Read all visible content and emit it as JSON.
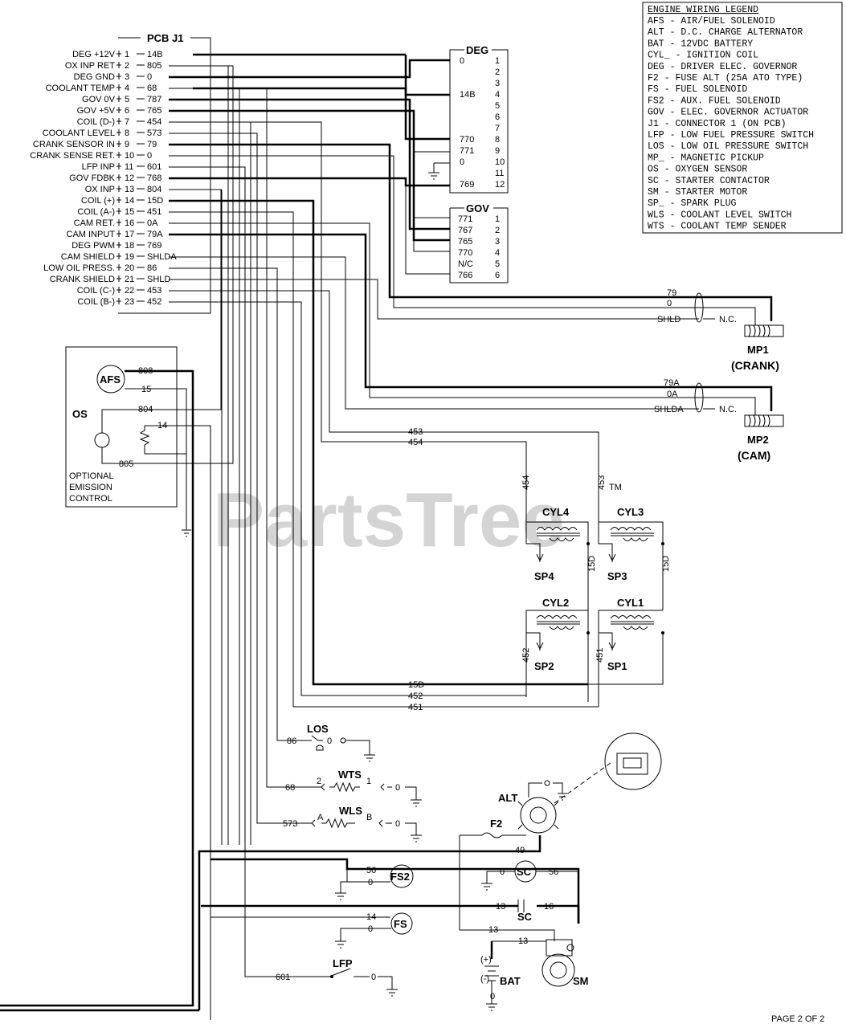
{
  "legend": {
    "title": "ENGINE WIRING LEGEND",
    "items": [
      "AFS  -  AIR/FUEL SOLENOID",
      "ALT  -  D.C. CHARGE ALTERNATOR",
      "BAT  -  12VDC BATTERY",
      "CYL_  -  IGNITION COIL",
      "DEG  -  DRIVER ELEC. GOVERNOR",
      "F2   -  FUSE ALT (25A ATO TYPE)",
      "FS   -  FUEL SOLENOID",
      "FS2  -  AUX. FUEL SOLENOID",
      "GOV  -  ELEC. GOVERNOR ACTUATOR",
      "J1   -  CONNECTOR 1 (ON PCB)",
      "LFP  -  LOW FUEL PRESSURE SWITCH",
      "LOS  -  LOW OIL PRESSURE SWITCH",
      "MP_  -  MAGNETIC PICKUP",
      "OS   -  OXYGEN SENSOR",
      "SC   -  STARTER CONTACTOR",
      "SM   -  STARTER MOTOR",
      "SP_  -  SPARK PLUG",
      "WLS  -  COOLANT LEVEL SWITCH",
      "WTS  -  COOLANT TEMP SENDER"
    ]
  },
  "pcb": {
    "title": "PCB J1",
    "pins": [
      {
        "label": "DEG +12V",
        "pin": "1",
        "wire": "14B"
      },
      {
        "label": "OX INP RET",
        "pin": "2",
        "wire": "805"
      },
      {
        "label": "DEG GND",
        "pin": "3",
        "wire": "0"
      },
      {
        "label": "COOLANT TEMP",
        "pin": "4",
        "wire": "68"
      },
      {
        "label": "GOV 0V",
        "pin": "5",
        "wire": "787"
      },
      {
        "label": "GOV +5V",
        "pin": "6",
        "wire": "765"
      },
      {
        "label": "COIL (D-)",
        "pin": "7",
        "wire": "454"
      },
      {
        "label": "COOLANT LEVEL",
        "pin": "8",
        "wire": "573"
      },
      {
        "label": "CRANK SENSOR IN",
        "pin": "9",
        "wire": "79"
      },
      {
        "label": "CRANK SENSE RET.",
        "pin": "10",
        "wire": "0"
      },
      {
        "label": "LFP INP",
        "pin": "11",
        "wire": "601"
      },
      {
        "label": "GOV FDBK",
        "pin": "12",
        "wire": "768"
      },
      {
        "label": "OX INP",
        "pin": "13",
        "wire": "804"
      },
      {
        "label": "COIL (+)",
        "pin": "14",
        "wire": "15D"
      },
      {
        "label": "COIL (A-)",
        "pin": "15",
        "wire": "451"
      },
      {
        "label": "CAM RET.",
        "pin": "16",
        "wire": "0A"
      },
      {
        "label": "CAM INPUT",
        "pin": "17",
        "wire": "79A"
      },
      {
        "label": "DEG PWM",
        "pin": "18",
        "wire": "769"
      },
      {
        "label": "CAM SHIELD",
        "pin": "19",
        "wire": "SHLDA"
      },
      {
        "label": "LOW OIL PRESS.",
        "pin": "20",
        "wire": "86"
      },
      {
        "label": "CRANK SHIELD",
        "pin": "21",
        "wire": "SHLD"
      },
      {
        "label": "COIL (C-)",
        "pin": "22",
        "wire": "453"
      },
      {
        "label": "COIL (B-)",
        "pin": "23",
        "wire": "452"
      }
    ]
  },
  "deg": {
    "title": "DEG",
    "pins": [
      {
        "pin": "1",
        "wire": "0"
      },
      {
        "pin": "2",
        "wire": ""
      },
      {
        "pin": "3",
        "wire": ""
      },
      {
        "pin": "4",
        "wire": "14B"
      },
      {
        "pin": "5",
        "wire": ""
      },
      {
        "pin": "6",
        "wire": ""
      },
      {
        "pin": "7",
        "wire": ""
      },
      {
        "pin": "8",
        "wire": "770"
      },
      {
        "pin": "9",
        "wire": "771"
      },
      {
        "pin": "10",
        "wire": "0"
      },
      {
        "pin": "11",
        "wire": ""
      },
      {
        "pin": "12",
        "wire": "769"
      }
    ]
  },
  "gov": {
    "title": "GOV",
    "pins": [
      {
        "pin": "1",
        "wire": "771"
      },
      {
        "pin": "2",
        "wire": "767"
      },
      {
        "pin": "3",
        "wire": "765"
      },
      {
        "pin": "4",
        "wire": "770"
      },
      {
        "pin": "5",
        "wire": "N/C"
      },
      {
        "pin": "6",
        "wire": "766"
      }
    ]
  },
  "mp1": {
    "name": "MP1",
    "sub": "(CRANK)",
    "w1": "79",
    "w2": "0",
    "w3": "SHLD",
    "nc": "N.C."
  },
  "mp2": {
    "name": "MP2",
    "sub": "(CAM)",
    "w1": "79A",
    "w2": "0A",
    "w3": "SHLDA",
    "nc": "N.C."
  },
  "emission": {
    "afs": "AFS",
    "os": "OS",
    "w808": "808",
    "w15": "15",
    "w804": "804",
    "w14": "14",
    "w805": "805",
    "caption1": "OPTIONAL",
    "caption2": "EMISSION",
    "caption3": "CONTROL"
  },
  "coils": {
    "cyl4": "CYL4",
    "cyl3": "CYL3",
    "cyl2": "CYL2",
    "cyl1": "CYL1",
    "sp4": "SP4",
    "sp3": "SP3",
    "sp2": "SP2",
    "sp1": "SP1",
    "w453": "453",
    "w454": "454",
    "w452": "452",
    "w451": "451",
    "w15d": "15D"
  },
  "bus": {
    "w15d": "15D",
    "w452": "452",
    "w451": "451"
  },
  "sensors": {
    "los": "LOS",
    "w86": "86",
    "wts": "WTS",
    "w68": "68",
    "wls": "WLS",
    "w573": "573",
    "zero": "0",
    "p2": "2",
    "p1": "1",
    "pa": "A",
    "pb": "B"
  },
  "power": {
    "alt": "ALT",
    "f2": "F2",
    "w49": "49",
    "fs2": "FS2",
    "w56": "56",
    "sc": "SC",
    "w13": "13",
    "w16": "16",
    "fs": "FS",
    "w14": "14",
    "lfp": "LFP",
    "w601": "601",
    "bat": "BAT",
    "sm": "SM",
    "plus": "(+)",
    "minus": "(-)",
    "zero": "0"
  },
  "watermark": "PartsTree",
  "tm": "TM",
  "page": "PAGE 2 OF 2"
}
